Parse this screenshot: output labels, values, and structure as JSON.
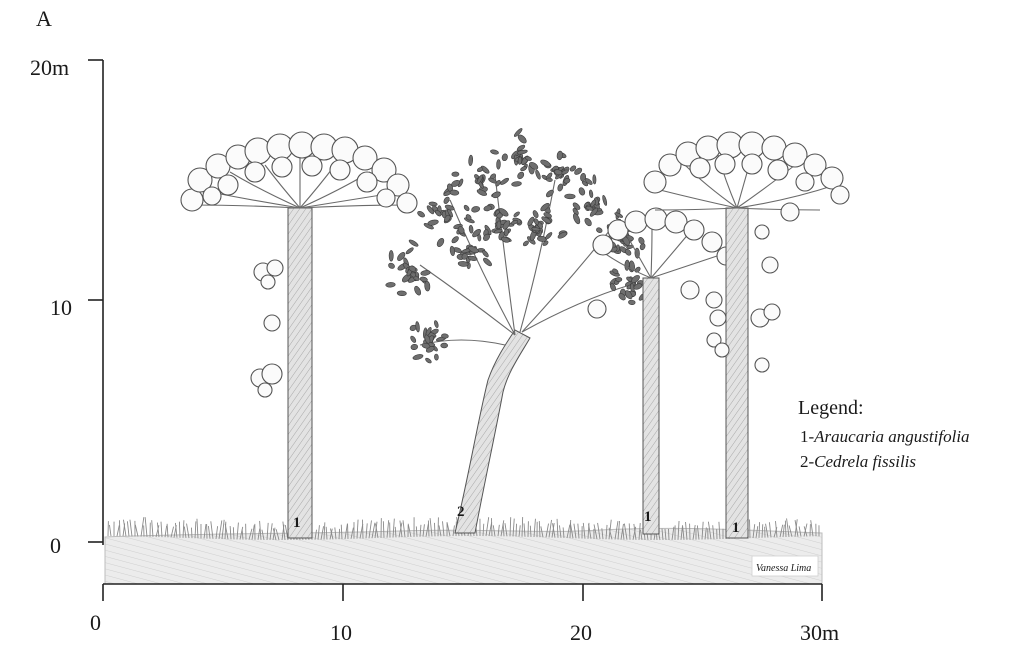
{
  "panel_label": "A",
  "y_axis": {
    "ticks": [
      "20m",
      "10",
      "0"
    ]
  },
  "x_axis": {
    "ticks": [
      "0",
      "10",
      "20",
      "30m"
    ]
  },
  "tree_numbers": [
    "1",
    "2",
    "1",
    "1"
  ],
  "legend": {
    "title": "Legend:",
    "items": [
      {
        "number": "1-",
        "species": "Araucaria angustifolia"
      },
      {
        "number": "2-",
        "species": "Cedrela fissilis"
      }
    ]
  },
  "signature_text": "Vanessa Lima"
}
